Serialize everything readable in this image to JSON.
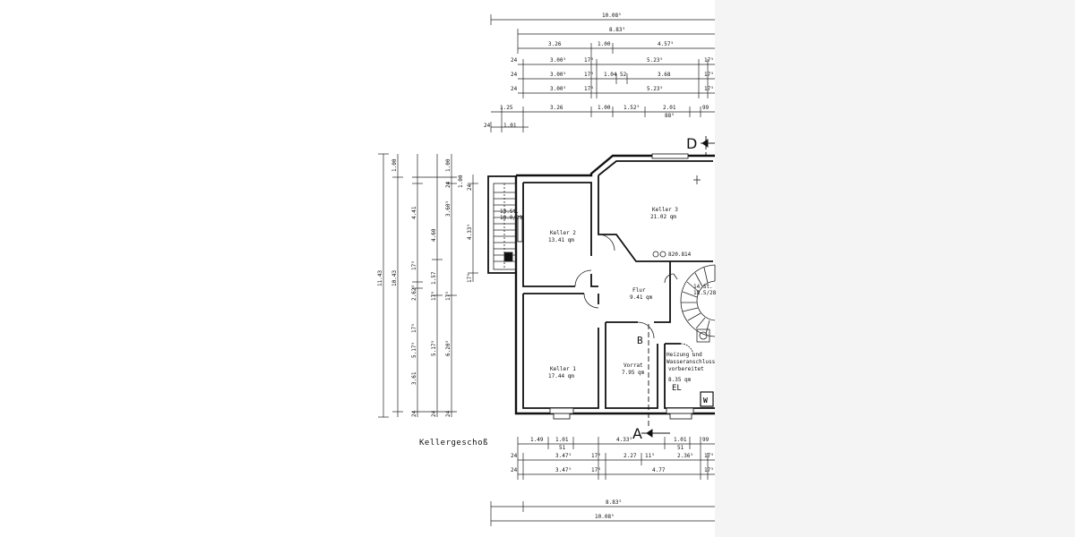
{
  "floor_title": "Kellergeschoß",
  "rooms": [
    {
      "name": "Keller 1",
      "area": "17.44 qm"
    },
    {
      "name": "Keller 2",
      "area": "13.41 qm"
    },
    {
      "name": "Keller 3",
      "area": "21.02 qm"
    },
    {
      "name": "Flur",
      "area": "9.41 qm"
    },
    {
      "name": "Vorrat",
      "area": "7.95 qm"
    },
    {
      "name_line1": "Heizung und",
      "name_line2": "Wasseranschluss",
      "name_line3": "vorbereitet",
      "area": "8.35 qm"
    }
  ],
  "section_marks": {
    "d": "D",
    "a": "A",
    "b": "B"
  },
  "symbols": {
    "el": "EL",
    "w": "W"
  },
  "stair_labels": {
    "left_1": "13.St.",
    "left_2": "18.0/29",
    "right_1": "14.St.",
    "right_2": "18.5/28"
  },
  "window_label": "820.814",
  "dims_top": {
    "row1": [
      "10.08⁵"
    ],
    "row2": [
      "8.83⁵"
    ],
    "row3": [
      "3.26",
      "1.00",
      "4.57⁵"
    ],
    "row4": [
      "24",
      "3.00⁵",
      "17⁵",
      "5.23⁵",
      "17⁵"
    ],
    "row5": [
      "24",
      "3.00⁵",
      "17⁵",
      "1.04",
      "52",
      "3.68",
      "17⁵"
    ],
    "row6": [
      "24",
      "3.00⁵",
      "17⁵",
      "5.23⁵",
      "17⁵"
    ],
    "row7": [
      "1.25",
      "3.26",
      "1.00",
      "1.52⁵",
      "2.01",
      "99",
      "88⁵"
    ],
    "row8": [
      "24",
      "1.01"
    ]
  },
  "dims_left": {
    "col1": [
      "11.43"
    ],
    "col2": [
      "10.43"
    ],
    "col3": [
      "1.00",
      "4.41",
      "2.62⁵",
      "5.17⁵",
      "3.61",
      "17⁵",
      "17⁵",
      "24"
    ],
    "col4": [
      "4.60",
      "1.57",
      "5.17⁵",
      "17⁵",
      "24"
    ],
    "col5": [
      "1.00",
      "3.60⁵",
      "6.20⁵",
      "17⁵",
      "24"
    ],
    "col6": [
      "24",
      "1.00",
      "4.33⁵",
      "17⁵",
      "24"
    ]
  },
  "dims_bottom": {
    "row1": [
      "1.49",
      "1.01",
      "51",
      "4.33⁵",
      "1.01",
      "51",
      "99"
    ],
    "row2": [
      "24",
      "3.47⁵",
      "17⁵",
      "2.27",
      "11⁵",
      "2.36⁵",
      "17⁵"
    ],
    "row3": [
      "24",
      "3.47⁵",
      "17⁵",
      "4.77",
      "17⁵"
    ],
    "row4": [
      "8.83⁵"
    ],
    "row5": [
      "10.08⁵"
    ]
  }
}
